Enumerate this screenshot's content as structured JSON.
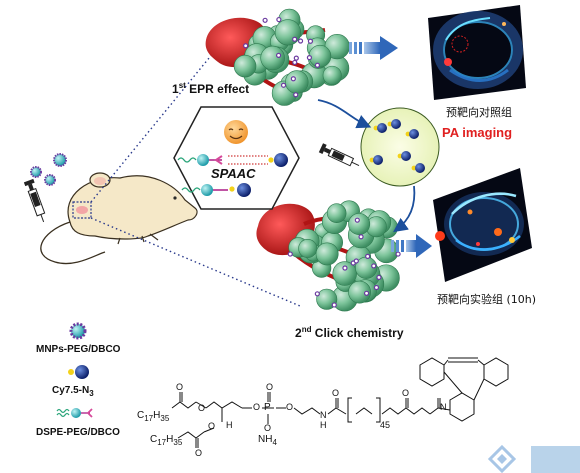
{
  "labels": {
    "epr_effect": "1st EPR effect",
    "epr_prefix": "1",
    "epr_sup": "st",
    "epr_rest": " EPR effect",
    "click_prefix": "2",
    "click_sup": "nd",
    "click_rest": " Click chemistry",
    "spaac": "SPAAC",
    "pa_imaging": "PA imaging",
    "control_group": "预靶向对照组",
    "experiment_group": "预靶向实验组 (10h)"
  },
  "legend": [
    {
      "id": "mnps",
      "text": "MNPs-PEG/DBCO",
      "icon": "nanoparticle-icon"
    },
    {
      "id": "cy",
      "text_main": "Cy7.5-N",
      "text_sub": "3",
      "icon": "cy7-dye-icon"
    },
    {
      "id": "dspe",
      "text": "DSPE-PEG/DBCO",
      "icon": "lipid-chain-icon"
    }
  ],
  "structure": {
    "c17_top": "C17H35",
    "c17_bottom": "C17H35",
    "c17_base": "C",
    "c17_sub1": "17",
    "h_base": "H",
    "c17_sub2": "35",
    "o_labels": [
      "O",
      "O",
      "O",
      "O",
      "O",
      "O",
      "O",
      "O",
      "O",
      "O"
    ],
    "h_label": "H",
    "p_label": "P",
    "nh4_label": "NH4",
    "nh4_base": "NH",
    "nh4_sub": "4",
    "n_label": "N",
    "nh_label": "H",
    "peg_repeat": "45",
    "n_dbco": "N"
  },
  "colors": {
    "tumor_red": "#d42020",
    "particle_green": "#6fbf8e",
    "arrow_blue": "#1c4f9c",
    "pa_red": "#e02020",
    "dotted_line": "#2a3a8c"
  }
}
